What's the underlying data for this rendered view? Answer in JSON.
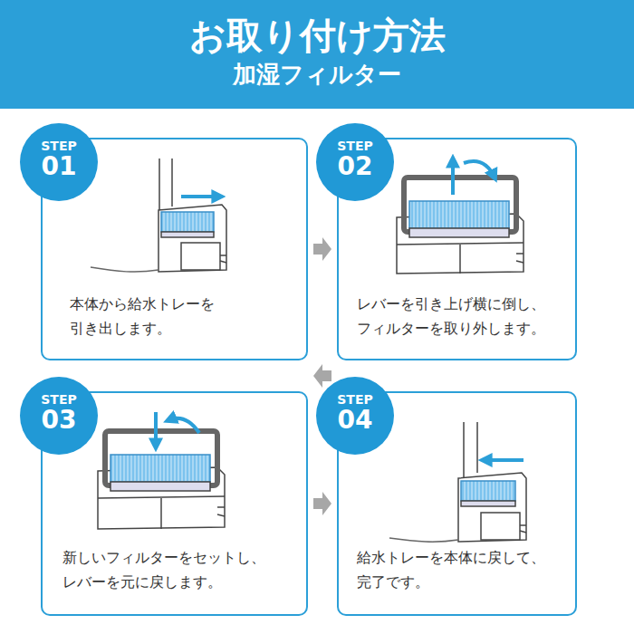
{
  "diagram": {
    "nodes": [
      {
        "text": [
          "お取り付け方法",
          "加湿フィルター"
        ]
      },
      {
        "text": [
          "本体から給水トレーを 引き出します。"
        ]
      },
      {
        "text": [
          "STEP",
          "01"
        ],
        "in": 1
      },
      {
        "text": [
          "レバーを引き上げ横に倒し、 フィルターを取り外します。"
        ]
      },
      {
        "text": [
          "STEP",
          "02"
        ],
        "in": 3
      },
      {
        "text": [
          "新しいフィルターをセットし、 レバーを元に戻します。"
        ]
      },
      {
        "text": [
          "STEP",
          "03"
        ],
        "in": 5
      },
      {
        "text": [
          "給水トレーを本体に戻して、 完了です。"
        ]
      },
      {
        "text": [
          "STEP",
          "04"
        ],
        "in": 7
      }
    ],
    "edges": [
      {
        "from": 1,
        "to": 3,
        "arrow": "to"
      },
      {
        "from": 3,
        "to": 5,
        "arrow": "to"
      },
      {
        "from": 5,
        "to": 7,
        "arrow": "to"
      }
    ]
  }
}
